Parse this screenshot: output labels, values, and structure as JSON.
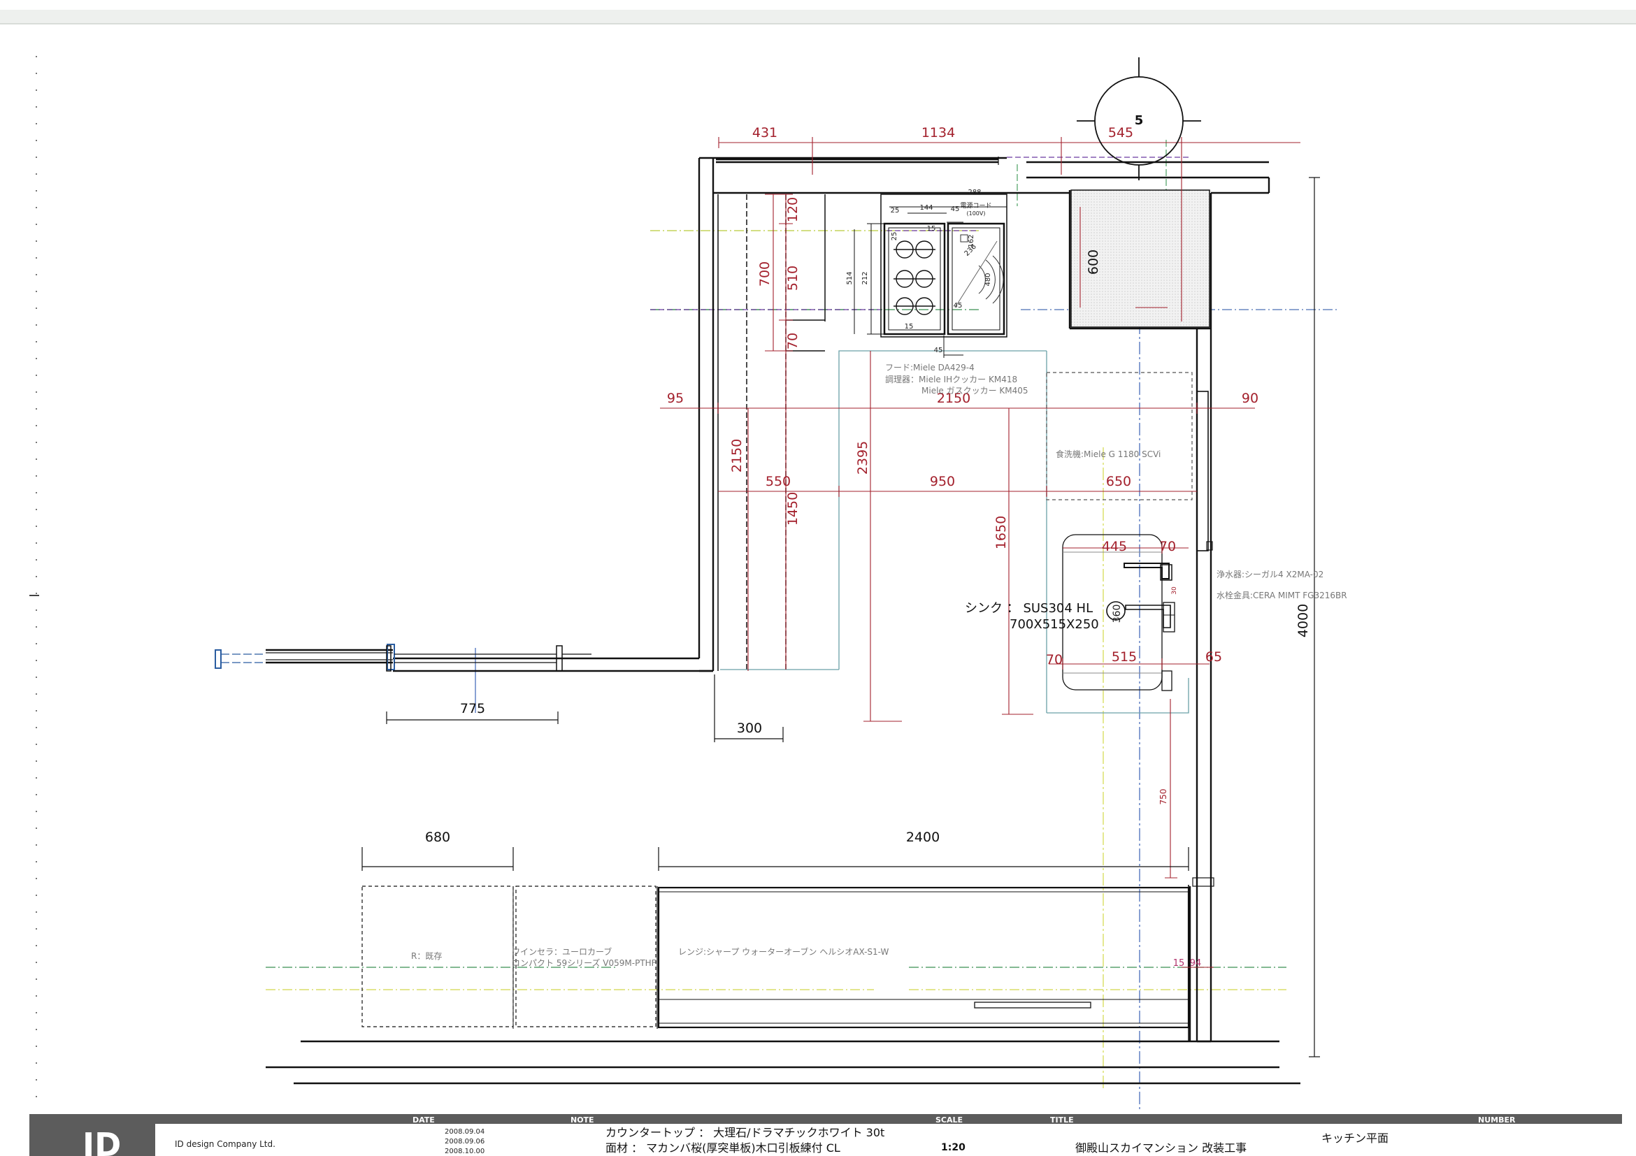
{
  "drawing": {
    "section_marker": "5",
    "top_dims": [
      "431",
      "1134",
      "545"
    ],
    "cooktop_dims": [
      "288",
      "144",
      "45",
      "25",
      "15",
      "25",
      "212",
      "514",
      "162",
      "236",
      "480",
      "45",
      "15",
      "45"
    ],
    "power_cord_note": [
      "電源コード",
      "(100V)"
    ],
    "vertical_dims": [
      "120",
      "700",
      "510",
      "70",
      "600",
      "2150",
      "2395",
      "1450",
      "1650",
      "4000",
      "750"
    ],
    "width_dims": [
      "95",
      "2150",
      "90",
      "550",
      "950",
      "650",
      "445",
      "70",
      "70",
      "515",
      "65",
      "775",
      "300",
      "680",
      "2400",
      "15",
      "94"
    ],
    "sink_bowl_dim": "360",
    "faucet_small_dim": "30",
    "notes": {
      "hood": "フード:Miele DA429-4",
      "cooker_1": "調理器：Miele IHクッカー  KM418",
      "cooker_2": "Miele ガスクッカー  KM405",
      "dishwasher": "食洗機:Miele G 1180 SCVi",
      "water_purifier": "浄水器:シーガル4  X2MA-02",
      "faucet": "水栓金具:CERA  MIMT  FG3216BR",
      "existing_fridge": "R：既存",
      "wine_cellar_1": "ワインセラ：ユーロカーブ",
      "wine_cellar_2": "コンパクト  59シリーズ  V059M-PTHF",
      "microwave": "レンジ:シャープ  ウォーターオーブン  ヘルシオAX-S1-W"
    },
    "sink_label": {
      "line1": "シンク  ：  SUS304 HL",
      "line2": "700X515X250"
    }
  },
  "title_block": {
    "headers": {
      "date": "DATE",
      "note": "NOTE",
      "scale": "SCALE",
      "title": "TITLE",
      "number": "NUMBER"
    },
    "logo": "ID",
    "company": "ID design Company   Ltd.",
    "dates": [
      "2008.09.04",
      "2008.09.06",
      "2008.10.00"
    ],
    "notes": [
      "カウンタートップ  ：  大理石/ドラマチックホワイト  30t",
      "面材   ：  マカンバ桜(厚突単板)木口引板練付  CL"
    ],
    "scale": "1:20",
    "project_title": "御殿山スカイマンション  改装工事",
    "sheet_name": "キッチン平面"
  }
}
